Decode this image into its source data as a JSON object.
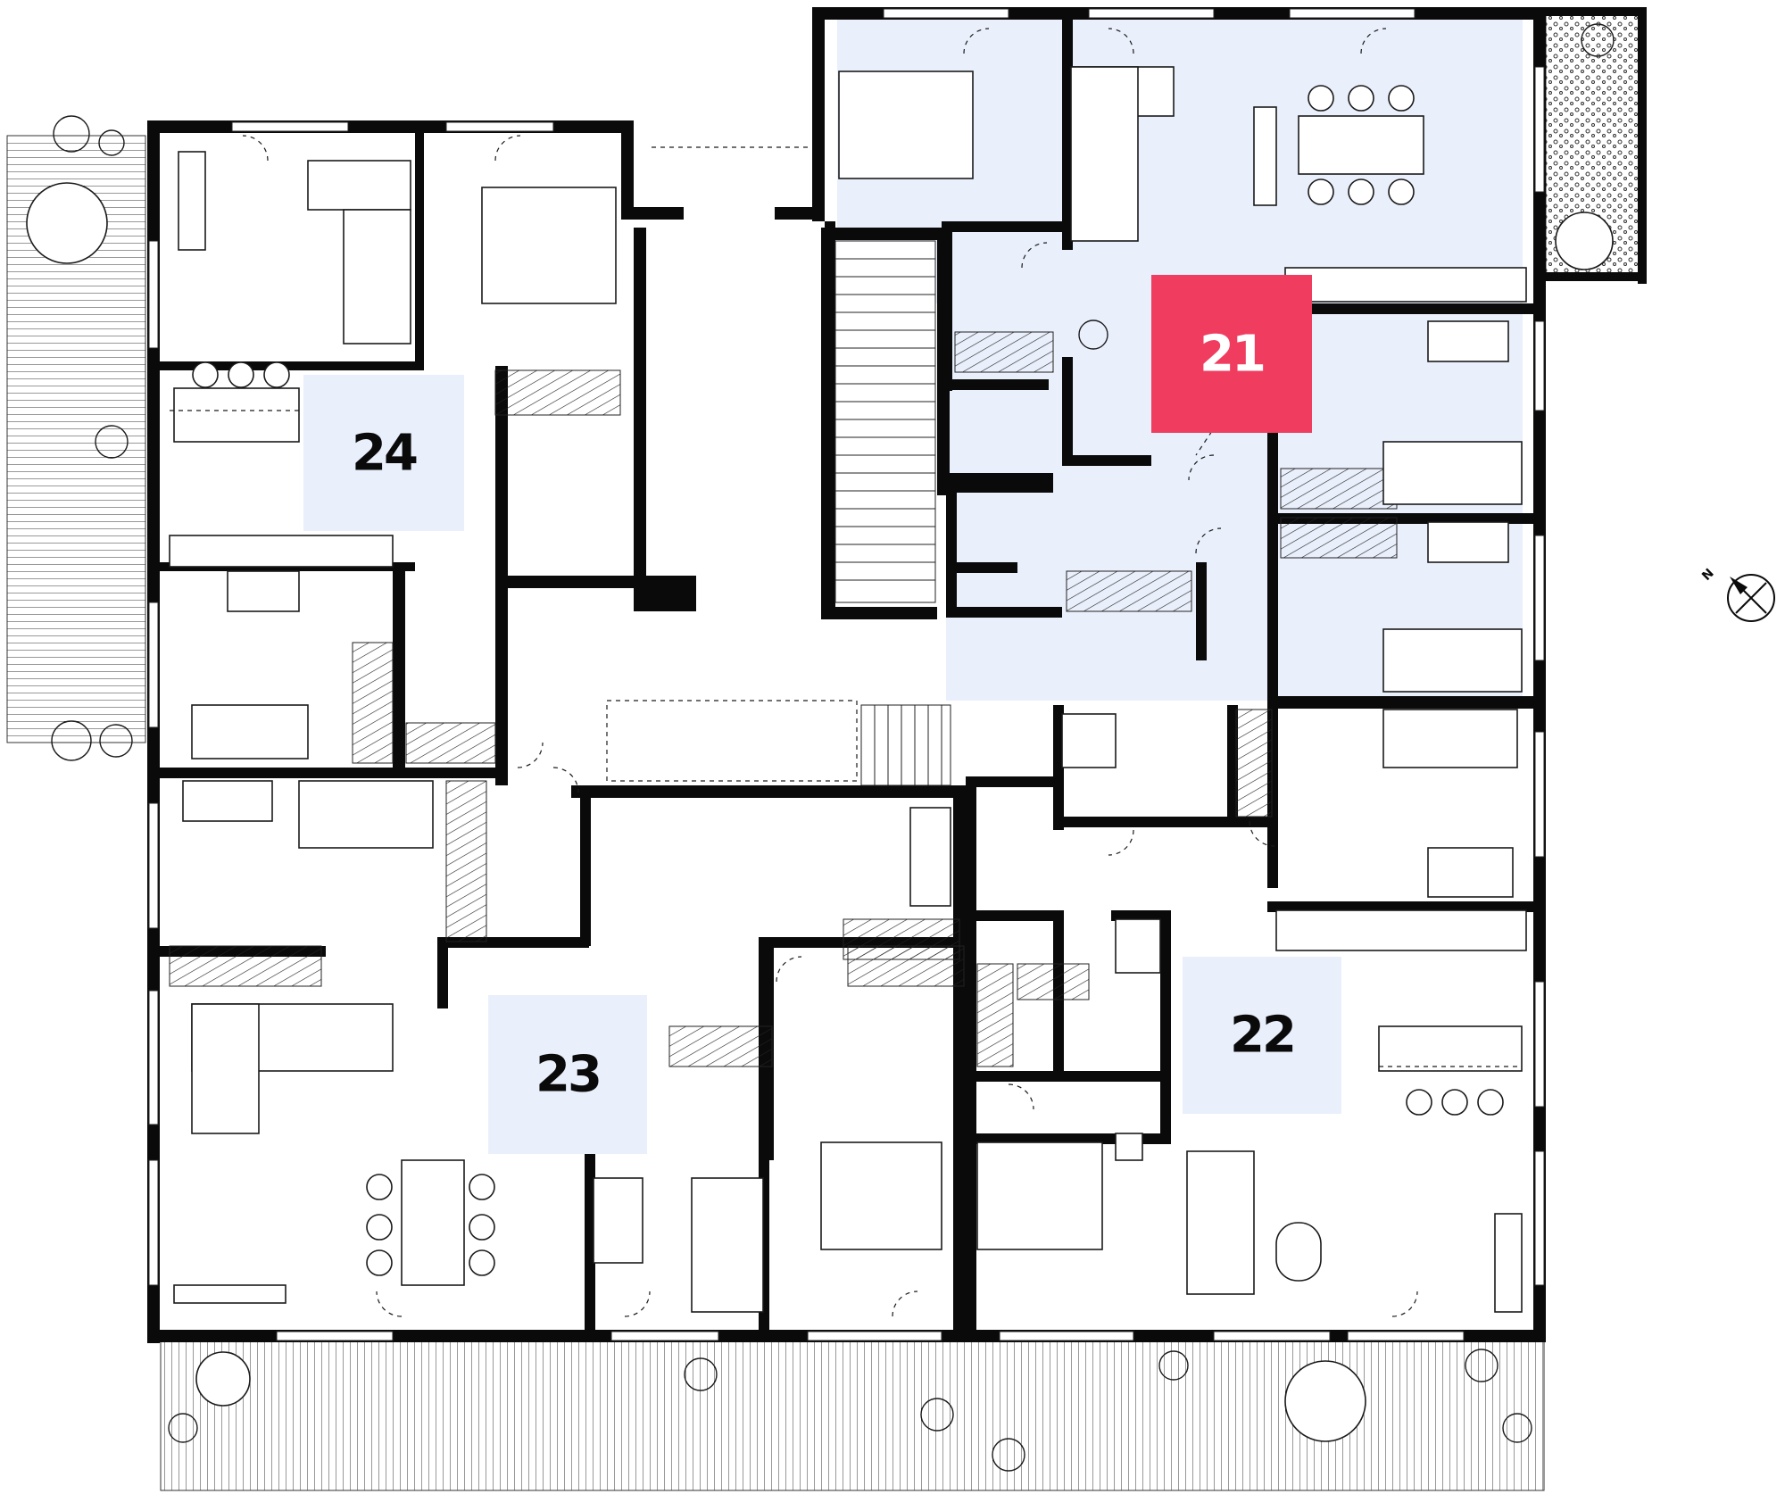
{
  "apartments": [
    {
      "id": "24",
      "label": "24",
      "selected": false
    },
    {
      "id": "21",
      "label": "21",
      "selected": true
    },
    {
      "id": "22",
      "label": "22",
      "selected": false
    },
    {
      "id": "23",
      "label": "23",
      "selected": false
    }
  ],
  "compass": {
    "north_label": "N",
    "icon": "compass-icon"
  },
  "colors": {
    "selected": "#f03d5f",
    "unit_fill": "#e9effb",
    "wall": "#0a0a0a"
  }
}
